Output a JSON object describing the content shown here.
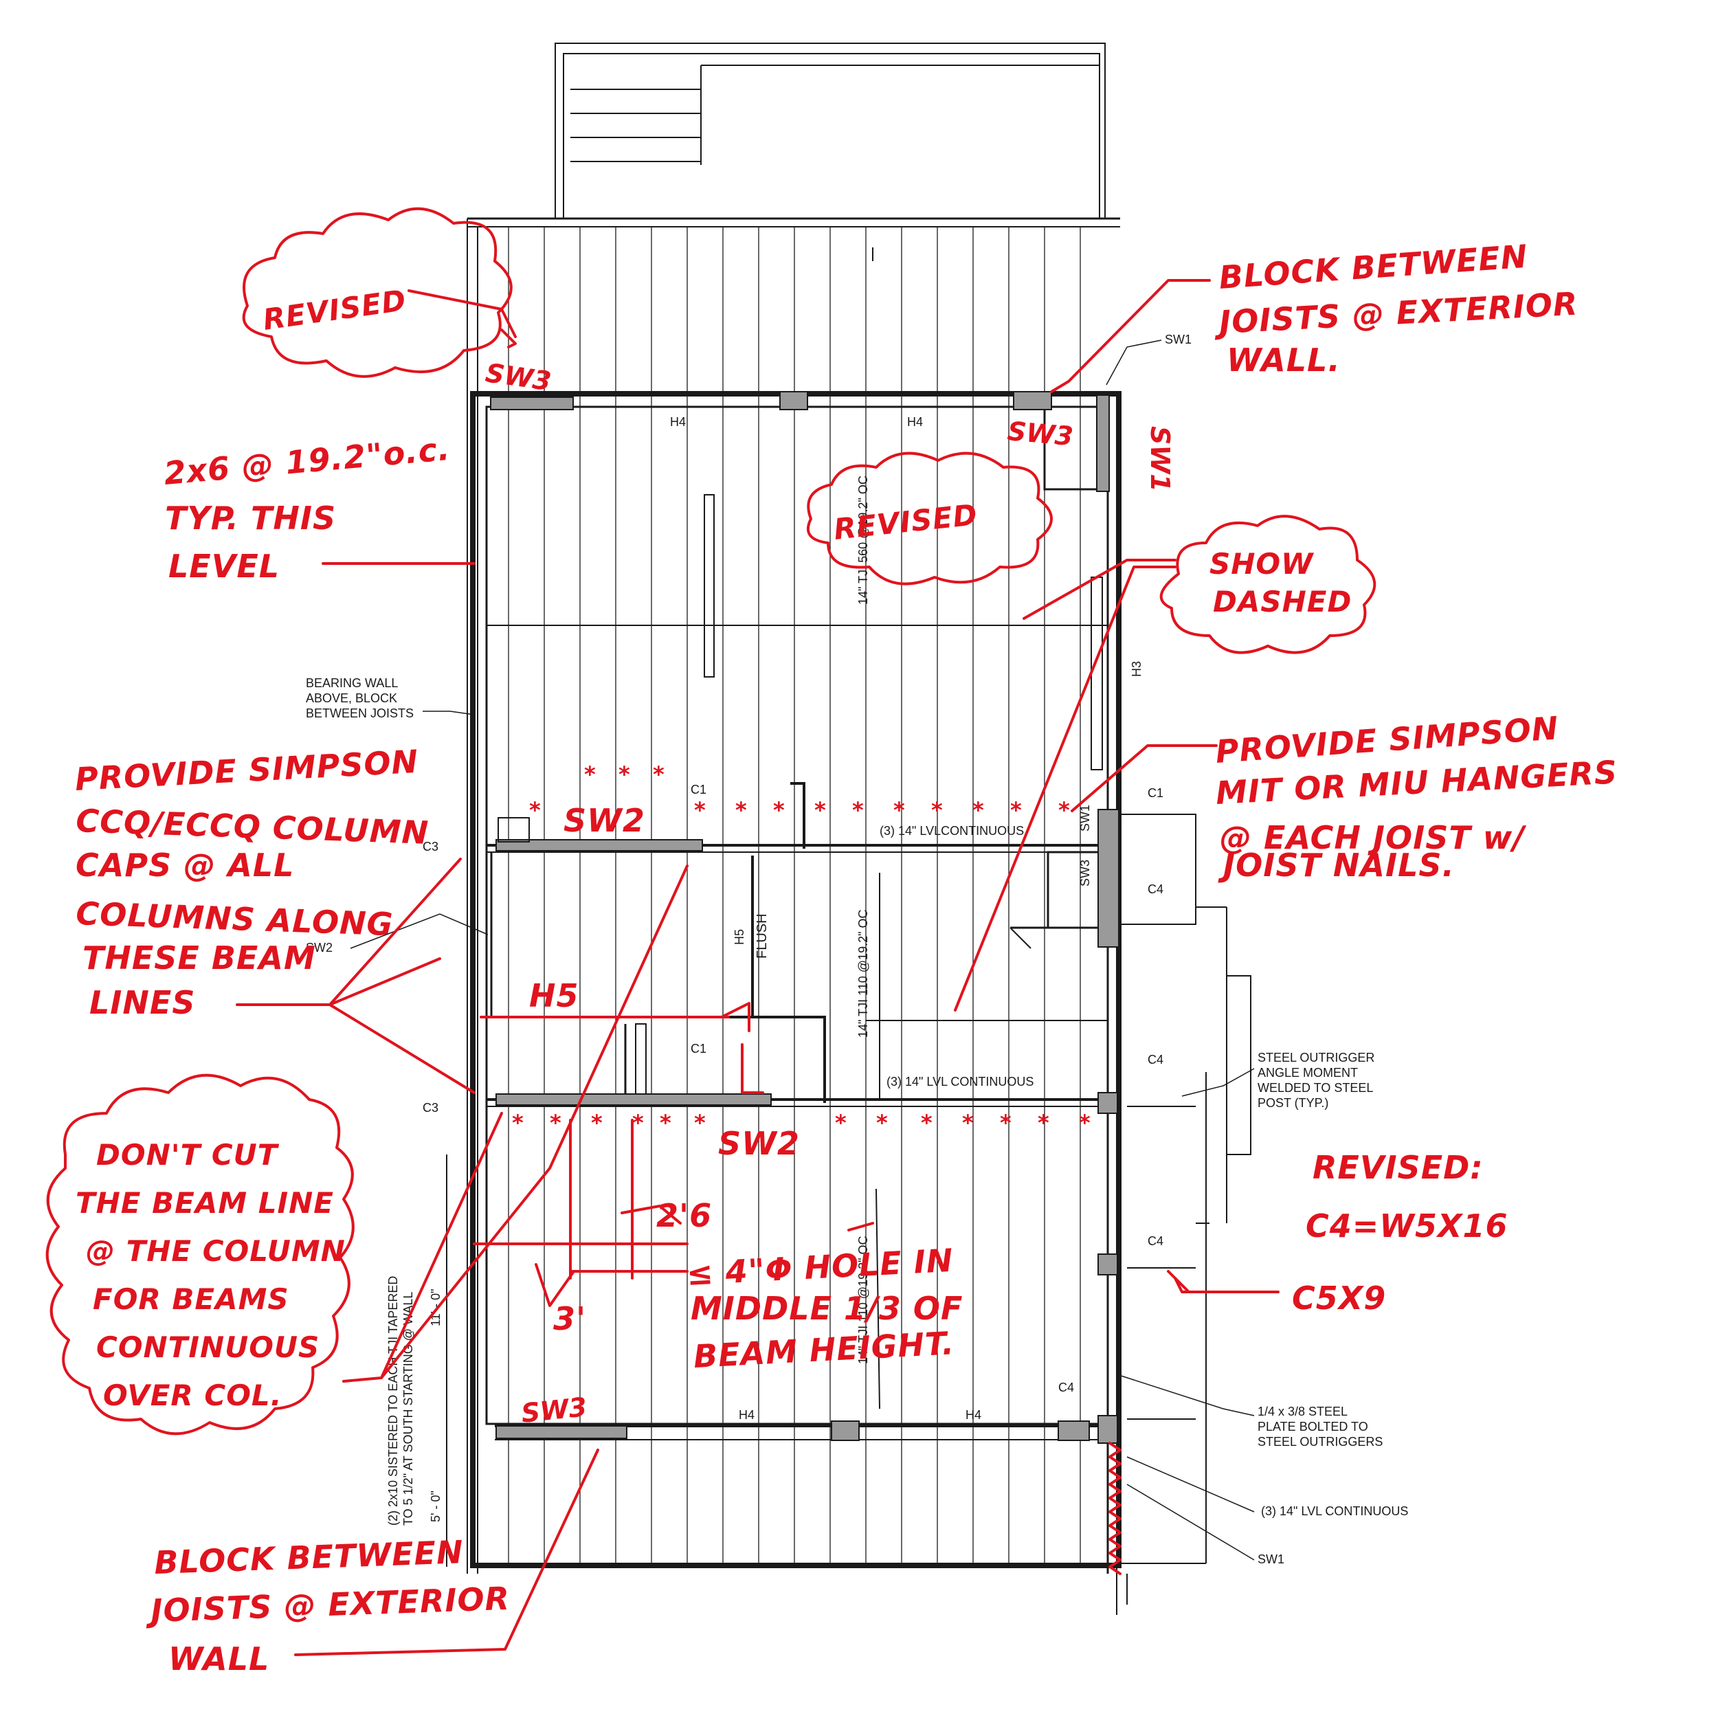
{
  "drawing": {
    "labels": {
      "h4_top_left": "H4",
      "h4_top_right": "H4",
      "h4_bot_left": "H4",
      "h4_bot_right": "H4",
      "h3": "H3",
      "h5": "H5",
      "flush": "FLUSH",
      "sw1_top": "SW1",
      "sw1_mid": "SW1",
      "sw1_bot": "SW1",
      "sw3_mid": "SW3",
      "sw2_left": "SW2",
      "c1_top": "C1",
      "c1_right": "C1",
      "c1_mid": "C1",
      "c3_top": "C3",
      "c3_bot": "C3",
      "c4_a": "C4",
      "c4_b": "C4",
      "c4_c": "C4",
      "c4_d": "C4",
      "joist_top": "14\" TJI 560 @19.2\" OC",
      "joist_mid": "14\" TJI 110 @19.2\" OC",
      "joist_bot": "14\" TJI 110 @19.2\" OC",
      "lvl_top": "(3) 14\" LVLCONTINUOUS",
      "lvl_mid": "(3) 14\" LVL CONTINUOUS",
      "lvl_right": "(3) 14\" LVL CONTINUOUS",
      "bearing_wall": [
        "BEARING WALL",
        "ABOVE, BLOCK",
        "BETWEEN JOISTS"
      ],
      "steel_outrigger": [
        "STEEL OUTRIGGER",
        "ANGLE MOMENT",
        "WELDED TO STEEL",
        "POST  (TYP.)"
      ],
      "steel_plate": [
        "1/4 x 3/8 STEEL",
        "PLATE BOLTED TO",
        "STEEL OUTRIGGERS"
      ],
      "sistered": [
        "(2) 2x10 SISTERED TO EACH TJI TAPERED",
        "TO 5 1/2\" AT SOUTH STARTING @ WALL"
      ],
      "dim_11": "11' - 0\"",
      "dim_5": "5' - 0\""
    },
    "annotations": {
      "revised_top": "REVISED",
      "sw3_top_left": "SW3",
      "sw3_top_right": "SW3",
      "sw1_vert": "SW1",
      "revised_mid": "REVISED",
      "block_top": [
        "BLOCK BETWEEN",
        "JOISTS @ EXTERIOR",
        "WALL."
      ],
      "joist_note": [
        "2x6 @ 19.2\"o.c.",
        "TYP. THIS",
        "LEVEL"
      ],
      "show_dashed": [
        "SHOW",
        "DASHED"
      ],
      "simpson_column": [
        "PROVIDE SIMPSON",
        "CCQ/ECCQ COLUMN",
        "CAPS @ ALL",
        "COLUMNS ALONG",
        "THESE BEAM",
        "LINES"
      ],
      "simpson_hanger": [
        "PROVIDE SIMPSON",
        "MIT OR MIU HANGERS",
        "@ EACH JOIST w/",
        "JOIST NAILS."
      ],
      "sw2_a": "SW2",
      "sw2_b": "SW2",
      "h5_red": "H5",
      "dont_cut": [
        "DON'T CUT",
        "THE BEAM LINE",
        "@ THE COLUMN",
        "FOR BEAMS",
        "CONTINUOUS",
        "OVER COL."
      ],
      "dim_2_6": "2'6",
      "dim_3": "3'",
      "hole_note": [
        "≤ 4\"Φ HOLE IN",
        "MIDDLE 1/3 OF",
        "BEAM HEIGHT."
      ],
      "revised_c4": [
        "REVISED:",
        "C4=W5X16"
      ],
      "c5x9": "C5X9",
      "sw3_bottom": "SW3",
      "block_bottom": [
        "BLOCK BETWEEN",
        "JOISTS @ EXTERIOR",
        "WALL"
      ]
    },
    "colors": {
      "ink": "#1a1a1a",
      "markup": "#e0141e",
      "paper": "#ffffff"
    }
  }
}
